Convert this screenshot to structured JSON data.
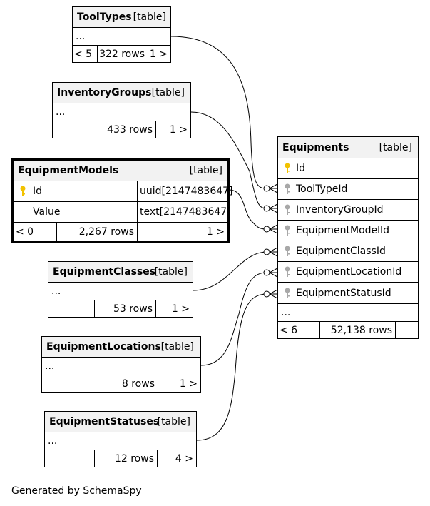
{
  "tables": {
    "tooltypes": {
      "name": "ToolTypes",
      "tag": "[table]",
      "ellipsis": "...",
      "footer": [
        "< 5",
        "322 rows",
        "1 >"
      ]
    },
    "inventorygroups": {
      "name": "InventoryGroups",
      "tag": "[table]",
      "ellipsis": "...",
      "footer": [
        "",
        "433 rows",
        "1 >"
      ]
    },
    "equipmentmodels": {
      "name": "EquipmentModels",
      "tag": "[table]",
      "columns": [
        {
          "name": "Id",
          "type": "uuid[2147483647]",
          "key": "primary"
        },
        {
          "name": "Value",
          "type": "text[2147483647]",
          "key": ""
        }
      ],
      "footer": [
        "< 0",
        "2,267 rows",
        "1 >"
      ]
    },
    "equipmentclasses": {
      "name": "EquipmentClasses",
      "tag": "[table]",
      "ellipsis": "...",
      "footer": [
        "",
        "53 rows",
        "1 >"
      ]
    },
    "equipmentlocations": {
      "name": "EquipmentLocations",
      "tag": "[table]",
      "ellipsis": "...",
      "footer": [
        "",
        "8 rows",
        "1 >"
      ]
    },
    "equipmentstatuses": {
      "name": "EquipmentStatuses",
      "tag": "[table]",
      "ellipsis": "...",
      "footer": [
        "",
        "12 rows",
        "4 >"
      ]
    },
    "equipments": {
      "name": "Equipments",
      "tag": "[table]",
      "ellipsis": "...",
      "columns": [
        {
          "name": "Id",
          "key": "primary"
        },
        {
          "name": "ToolTypeId",
          "key": "foreign"
        },
        {
          "name": "InventoryGroupId",
          "key": "foreign"
        },
        {
          "name": "EquipmentModelId",
          "key": "foreign"
        },
        {
          "name": "EquipmentClassId",
          "key": "foreign"
        },
        {
          "name": "EquipmentLocationId",
          "key": "foreign"
        },
        {
          "name": "EquipmentStatusId",
          "key": "foreign"
        }
      ],
      "footer": [
        "< 6",
        "52,138 rows",
        ""
      ]
    }
  },
  "colors": {
    "primary_key": "#f2c200",
    "foreign_key": "#a8a8a8",
    "header_bg": "#f2f2f2"
  },
  "footer_text": "Generated by SchemaSpy"
}
